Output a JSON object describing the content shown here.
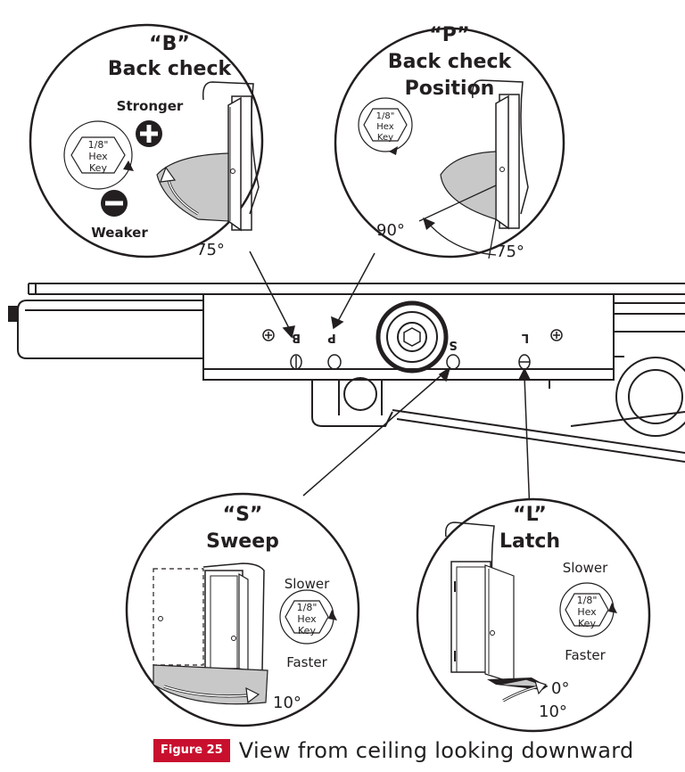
{
  "callouts": {
    "b": {
      "code": "“B”",
      "title": "Back check",
      "plus_label": "Stronger",
      "minus_label": "Weaker",
      "key": [
        "1/8\"",
        "Hex",
        "Key"
      ],
      "angle": "75°"
    },
    "p": {
      "code": "“P”",
      "title_1": "Back check",
      "title_2": "Position",
      "key": [
        "1/8\"",
        "Hex",
        "Key"
      ],
      "angle_a": "90°",
      "angle_b": "75°"
    },
    "s": {
      "code": "“S”",
      "title": "Sweep",
      "top_label": "Slower",
      "bottom_label": "Faster",
      "key": [
        "1/8\"",
        "Hex",
        "Key"
      ],
      "angle": "10°"
    },
    "l": {
      "code": "“L”",
      "title": "Latch",
      "top_label": "Slower",
      "bottom_label": "Faster",
      "key": [
        "1/8\"",
        "Hex",
        "Key"
      ],
      "angle_a": "0°",
      "angle_b": "10°"
    }
  },
  "closer": {
    "valve_b": "B",
    "valve_p": "P",
    "valve_s": "S",
    "valve_l": "L"
  },
  "caption": {
    "badge": "Figure 25",
    "text": "View from ceiling looking downward"
  },
  "colors": {
    "ink": "#231f20",
    "badge": "#c8102e",
    "shade": "#c8c8c8"
  }
}
